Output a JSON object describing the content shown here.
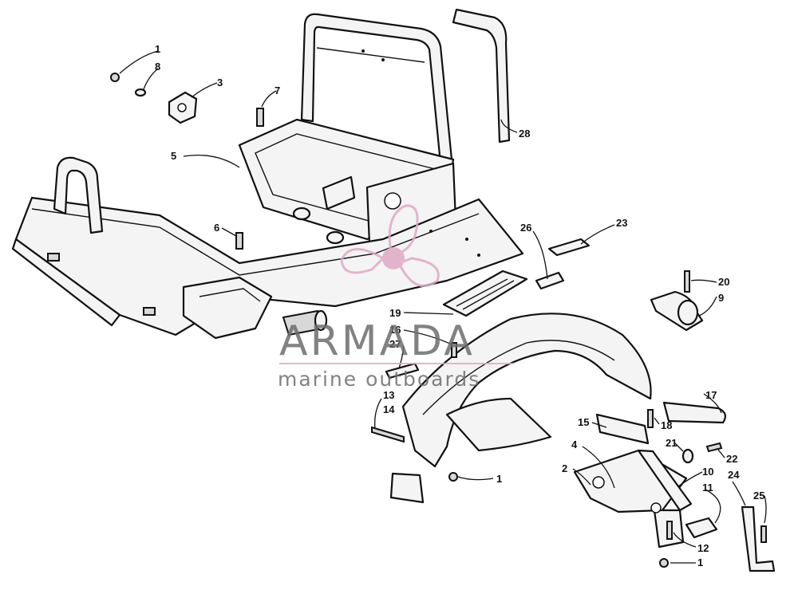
{
  "callouts": [
    {
      "id": "c1a",
      "label": "1"
    },
    {
      "id": "c8",
      "label": "8"
    },
    {
      "id": "c3",
      "label": "3"
    },
    {
      "id": "c7",
      "label": "7"
    },
    {
      "id": "c5",
      "label": "5"
    },
    {
      "id": "c6",
      "label": "6"
    },
    {
      "id": "c28",
      "label": "28"
    },
    {
      "id": "c26",
      "label": "26"
    },
    {
      "id": "c23",
      "label": "23"
    },
    {
      "id": "c20",
      "label": "20"
    },
    {
      "id": "c9",
      "label": "9"
    },
    {
      "id": "c19",
      "label": "19"
    },
    {
      "id": "c16",
      "label": "16"
    },
    {
      "id": "c27",
      "label": "27"
    },
    {
      "id": "c13",
      "label": "13"
    },
    {
      "id": "c14",
      "label": "14"
    },
    {
      "id": "c1b",
      "label": "1"
    },
    {
      "id": "c17",
      "label": "17"
    },
    {
      "id": "c15",
      "label": "15"
    },
    {
      "id": "c18",
      "label": "18"
    },
    {
      "id": "c21",
      "label": "21"
    },
    {
      "id": "c22",
      "label": "22"
    },
    {
      "id": "c4",
      "label": "4"
    },
    {
      "id": "c2",
      "label": "2"
    },
    {
      "id": "c10",
      "label": "10"
    },
    {
      "id": "c24",
      "label": "24"
    },
    {
      "id": "c11",
      "label": "11"
    },
    {
      "id": "c25",
      "label": "25"
    },
    {
      "id": "c12",
      "label": "12"
    },
    {
      "id": "c1c",
      "label": "1"
    }
  ],
  "watermark": {
    "brand": "ARMADA",
    "tagline": "marine outboards",
    "accent_color": "#e0a9c6",
    "text_color": "#6d6d6d"
  }
}
